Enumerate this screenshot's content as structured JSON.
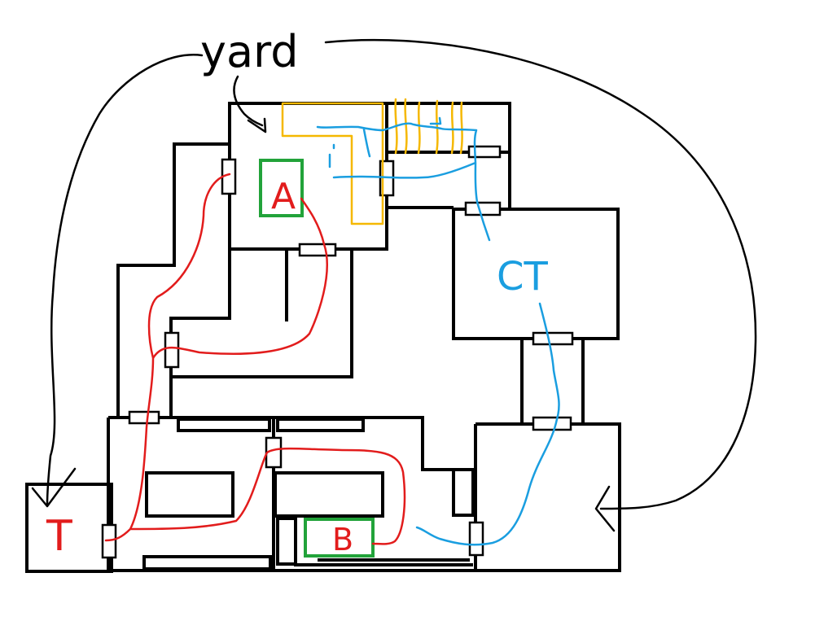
{
  "colors": {
    "walls": "#000000",
    "t_route": "#e21c1c",
    "ct_route": "#1a9ee0",
    "bombsite_box": "#22a33a",
    "yard_highlight": "#f5b800",
    "background": "#ffffff"
  },
  "labels": {
    "yard": "yard",
    "site_a": "A",
    "site_b": "B",
    "t_spawn": "T",
    "ct_spawn": "CT"
  }
}
